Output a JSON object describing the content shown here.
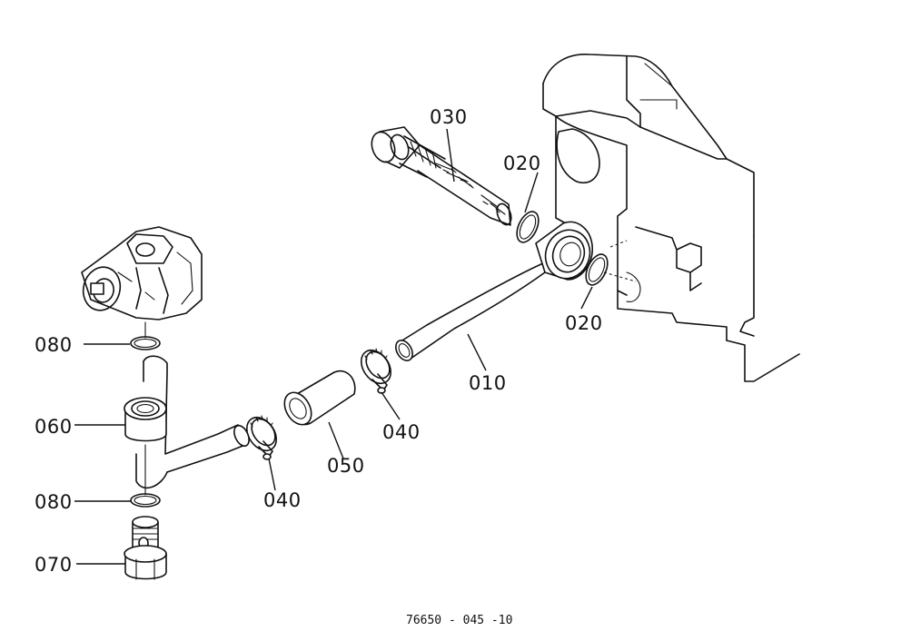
{
  "callouts": {
    "c010": "010",
    "c020a": "020",
    "c020b": "020",
    "c030": "030",
    "c040a": "040",
    "c040b": "040",
    "c050": "050",
    "c060": "060",
    "c070": "070",
    "c080a": "080",
    "c080b": "080"
  },
  "drawing_number": "76650 - 045 -10"
}
